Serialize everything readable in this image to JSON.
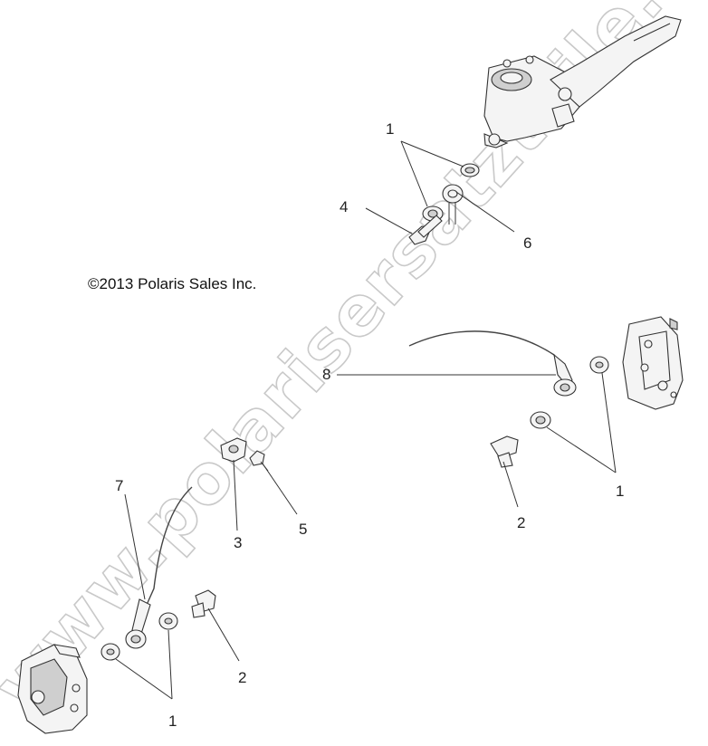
{
  "copyright": "©2013 Polaris Sales Inc.",
  "watermark": "www.polarisersatzteile.de",
  "callouts": {
    "top_washers": "1",
    "top_bolt": "4",
    "top_fitting": "6",
    "rear_hose": "8",
    "right_washers": "1",
    "right_bolt": "2",
    "clip": "3",
    "clip_screw": "5",
    "left_hose": "7",
    "left_bolt": "2",
    "left_washers": "1"
  }
}
